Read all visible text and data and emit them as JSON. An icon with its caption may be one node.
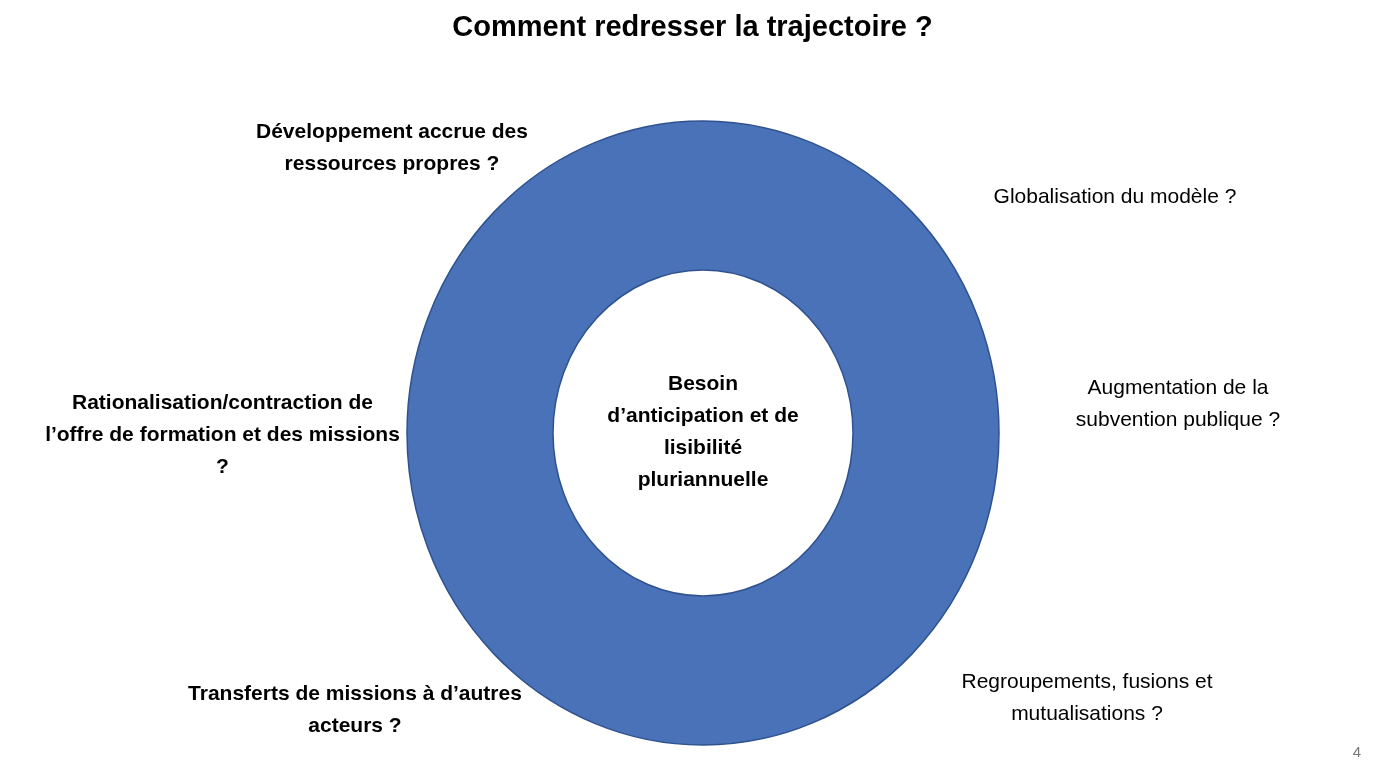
{
  "diagram": {
    "title": "Comment redresser la trajectoire ?",
    "nodes": [
      {
        "text": [
          "Besoin d’anticipation et de lisibilité pluriannuelle"
        ]
      }
    ],
    "labels": [
      "Développement accrue des ressources propres ?",
      "Globalisation du modèle ?",
      "Rationalisation/contraction de l’offre de formation et des missions ?",
      "Augmentation de la subvention publique ?",
      "Transferts de missions à d’autres acteurs ?",
      "Regroupements, fusions et mutualisations ?",
      "4"
    ]
  }
}
